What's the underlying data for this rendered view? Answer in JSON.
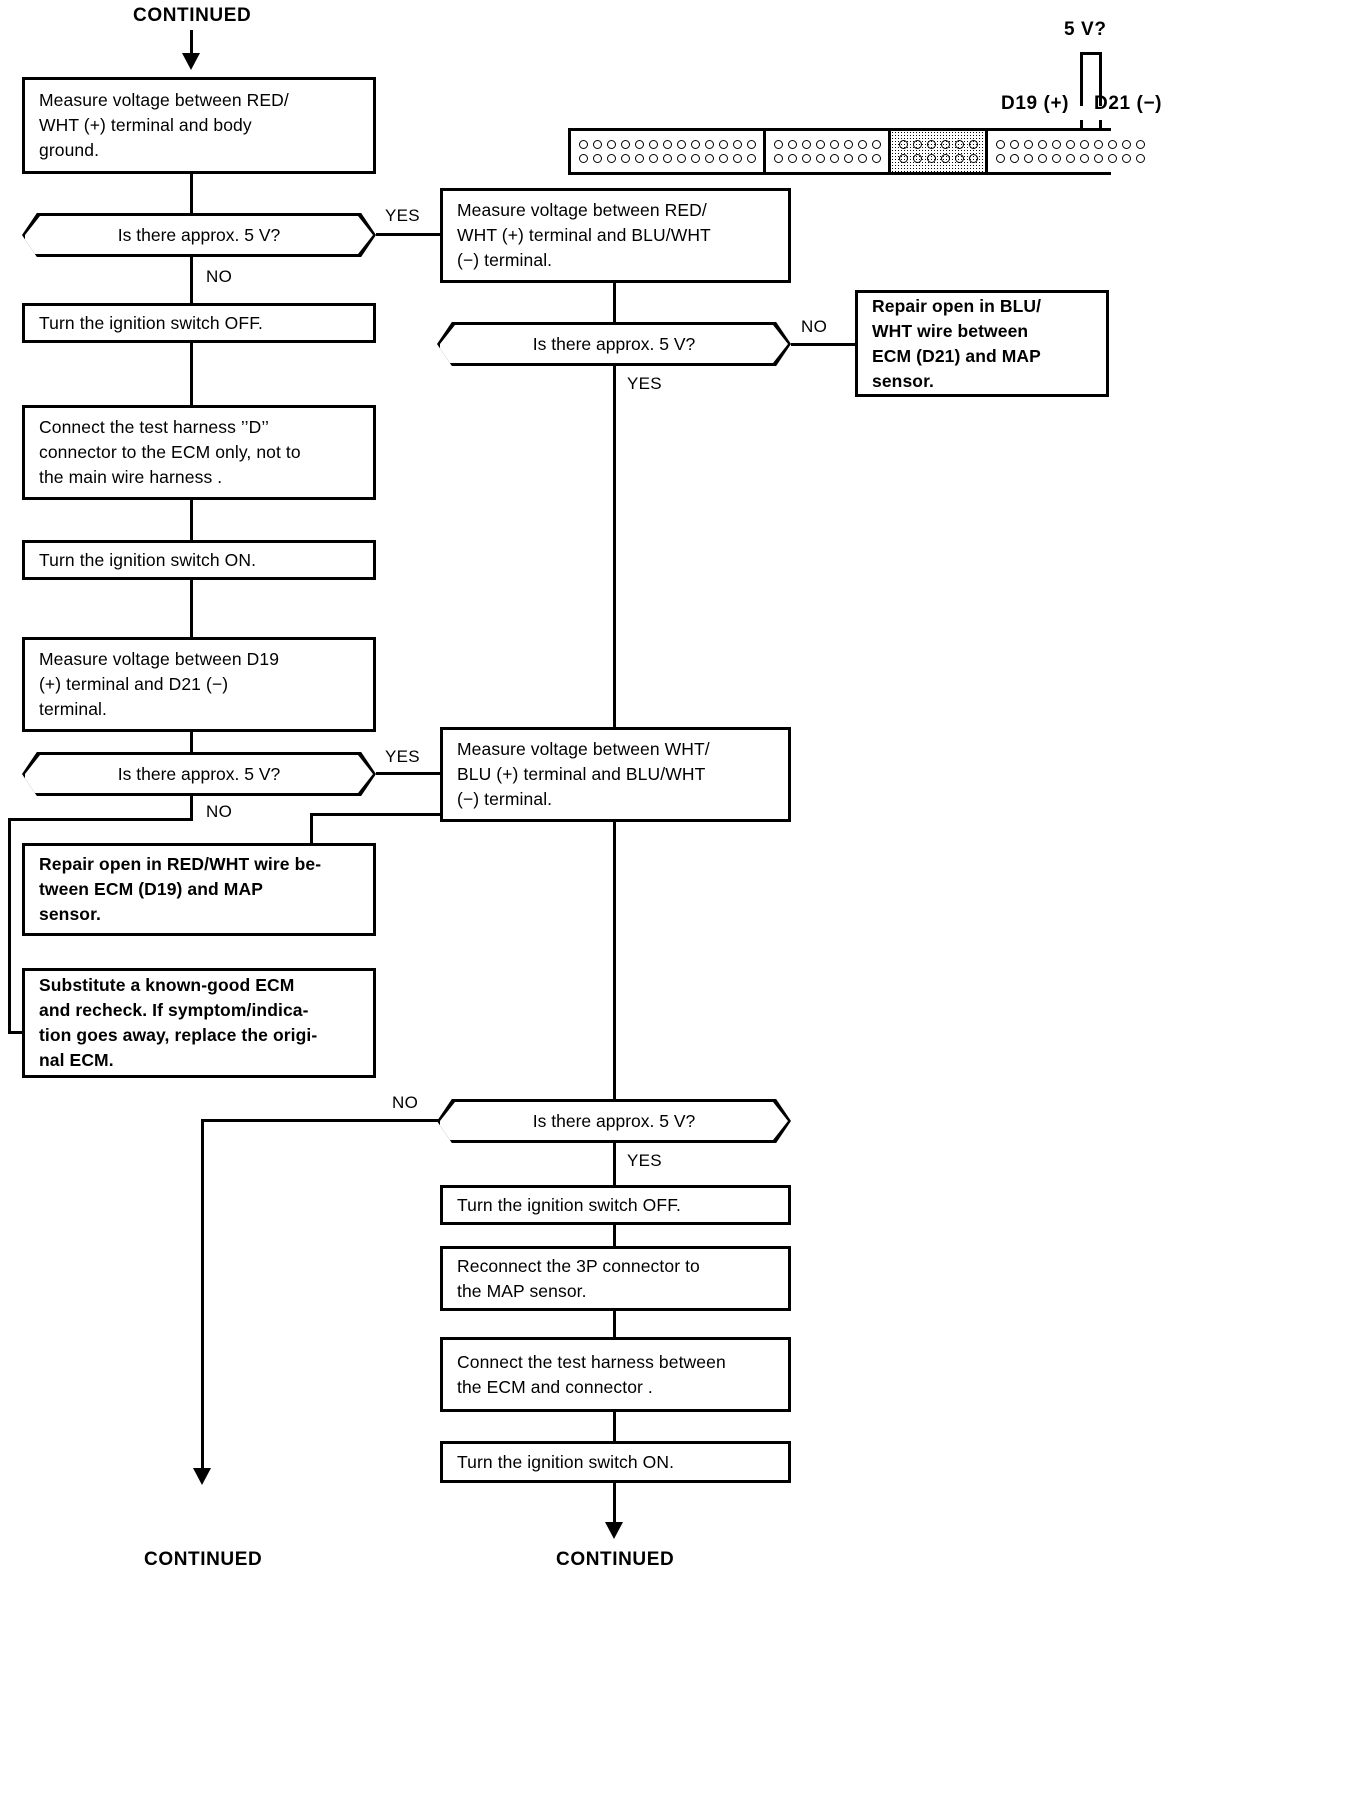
{
  "title": "MAP sensor circuit troubleshooting flowchart",
  "labels": {
    "continued_top": "CONTINUED",
    "continued_bottom_left": "CONTINUED",
    "continued_bottom_right": "CONTINUED",
    "yes": "YES",
    "no": "NO",
    "five_volt_probe": "5 V?",
    "d19_plus": "D19 (+)",
    "d21_minus": "D21 (−)"
  },
  "boxes": {
    "measure_redwht_ground": "Measure voltage between RED/\nWHT (+) terminal and body\nground.",
    "ignition_off_1": "Turn the ignition switch OFF.",
    "connect_harness_d": "Connect the test harness ’’D’’\nconnector to the ECM only, not to\nthe main wire harness .",
    "ignition_on_1": "Turn the ignition switch ON.",
    "measure_d19_d21": "Measure voltage between D19\n(+) terminal and D21 (−)\nterminal.",
    "repair_redwht": "Repair open in RED/WHT wire be-\ntween ECM (D19) and MAP\nsensor.",
    "substitute_ecm": "Substitute a known-good ECM\nand recheck. If symptom/indica-\ntion goes away, replace the origi-\nnal ECM.",
    "measure_redwht_bluwht": "Measure voltage between RED/\nWHT (+) terminal and BLU/WHT\n(−) terminal.",
    "repair_bluwht": "Repair open in BLU/\nWHT wire between\nECM (D21) and MAP\nsensor.",
    "measure_whtblu_bluwht": "Measure voltage between WHT/\nBLU (+) terminal and BLU/WHT\n(−) terminal.",
    "ignition_off_2": "Turn the ignition switch OFF.",
    "reconnect_3p": "Reconnect the 3P connector to\nthe MAP sensor.",
    "connect_harness_between": "Connect the test harness between\nthe ECM and connector .",
    "ignition_on_2": "Turn the ignition switch ON."
  },
  "decisions": {
    "d1": "Is there approx. 5 V?",
    "d2": "Is there approx. 5 V?",
    "d3": "Is there approx. 5 V?",
    "d4": "Is there approx. 5 V?"
  },
  "connector": {
    "groups": [
      {
        "name": "group-1",
        "columns": 13,
        "rows": 2,
        "shaded": false
      },
      {
        "name": "group-2",
        "columns": 8,
        "rows": 2,
        "shaded": false
      },
      {
        "name": "group-3",
        "columns": 6,
        "rows": 2,
        "shaded": true
      },
      {
        "name": "group-4",
        "columns": 11,
        "rows": 2,
        "shaded": false
      }
    ]
  },
  "colors": {
    "line": "#000000",
    "background": "#ffffff",
    "shading": "#b0b0b0"
  }
}
